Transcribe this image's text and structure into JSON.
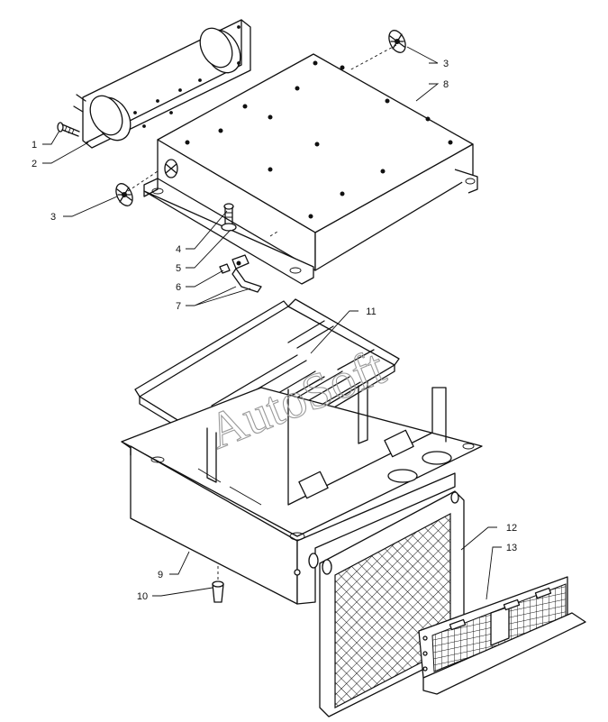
{
  "watermark": "AutoSoft",
  "callouts": [
    {
      "id": "c1",
      "text": "1"
    },
    {
      "id": "c2",
      "text": "2"
    },
    {
      "id": "c3a",
      "text": "3"
    },
    {
      "id": "c3b",
      "text": "3"
    },
    {
      "id": "c4",
      "text": "4"
    },
    {
      "id": "c5",
      "text": "5"
    },
    {
      "id": "c6",
      "text": "6"
    },
    {
      "id": "c7",
      "text": "7"
    },
    {
      "id": "c8",
      "text": "8"
    },
    {
      "id": "c9",
      "text": "9"
    },
    {
      "id": "c10",
      "text": "10"
    },
    {
      "id": "c11",
      "text": "11"
    },
    {
      "id": "c12",
      "text": "12"
    },
    {
      "id": "c13",
      "text": "13"
    }
  ]
}
